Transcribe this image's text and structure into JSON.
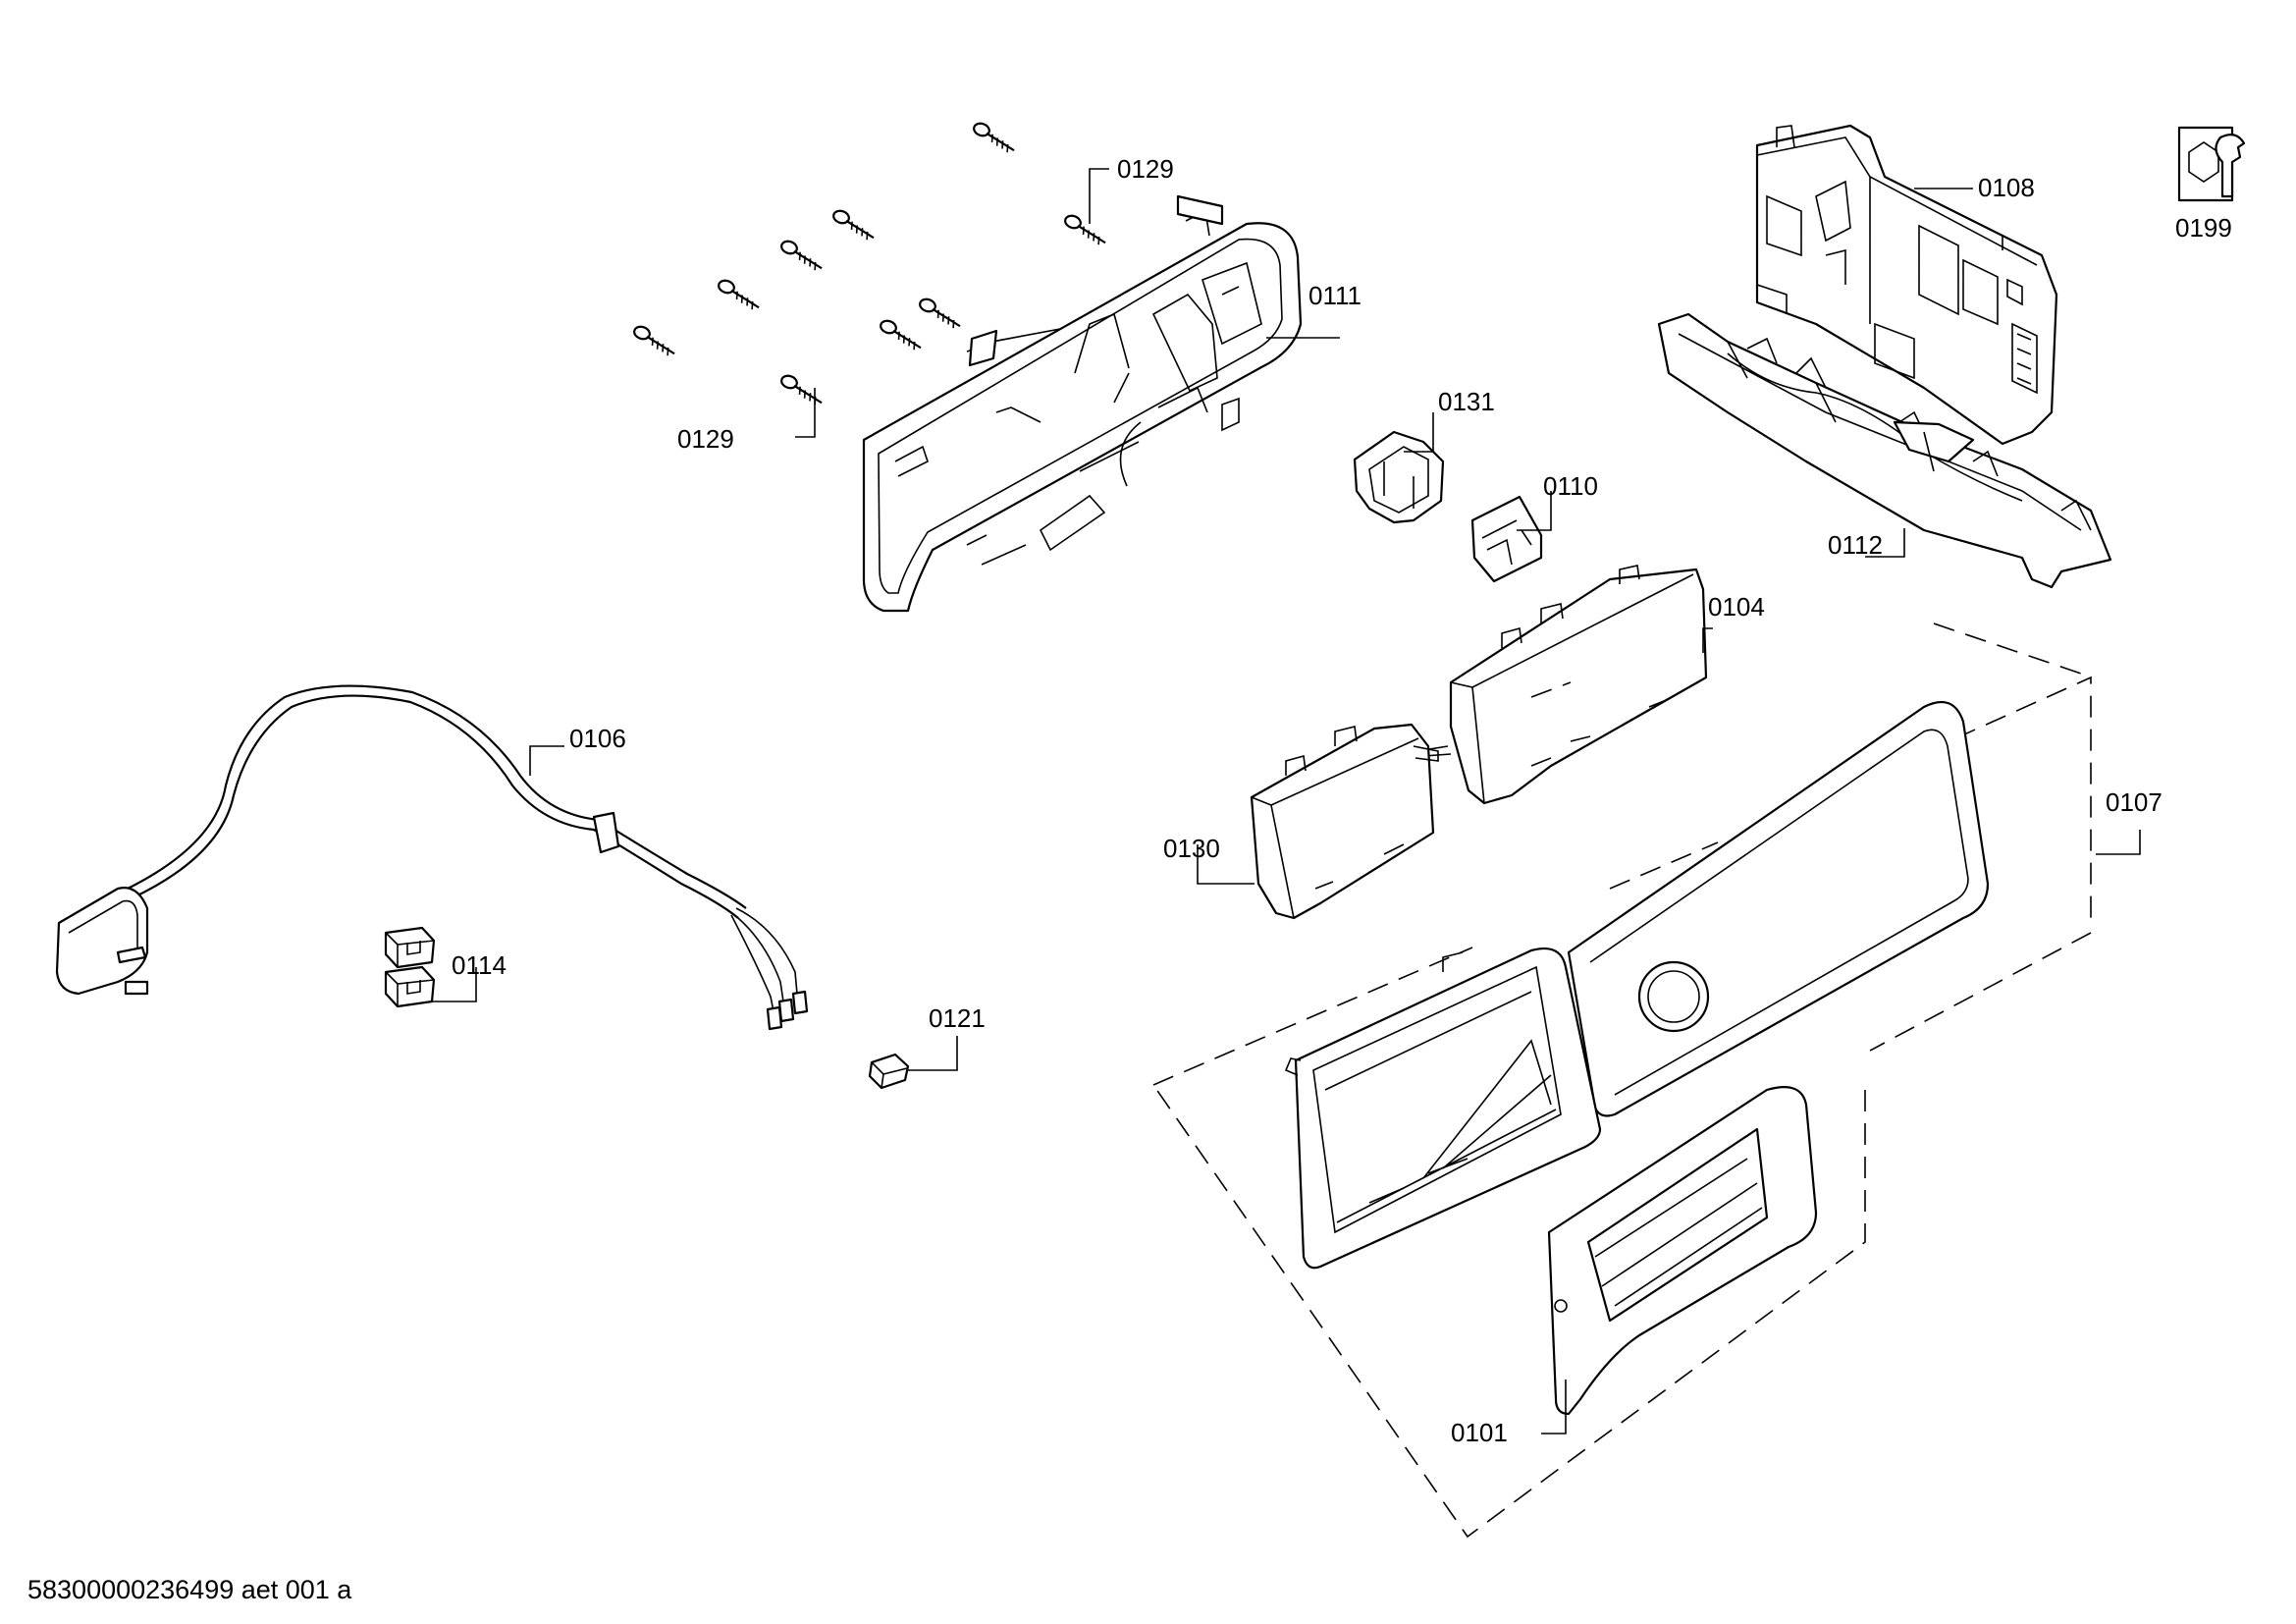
{
  "labels": {
    "p0129a": "0129",
    "p0129b": "0129",
    "p0111": "0111",
    "p0108": "0108",
    "p0199": "0199",
    "p0131": "0131",
    "p0110": "0110",
    "p0112": "0112",
    "p0104": "0104",
    "p0106": "0106",
    "p0107": "0107",
    "p0130": "0130",
    "p0114": "0114",
    "p0121": "0121",
    "p0101": "0101"
  },
  "footer": "58300000236499 aet 001 a"
}
